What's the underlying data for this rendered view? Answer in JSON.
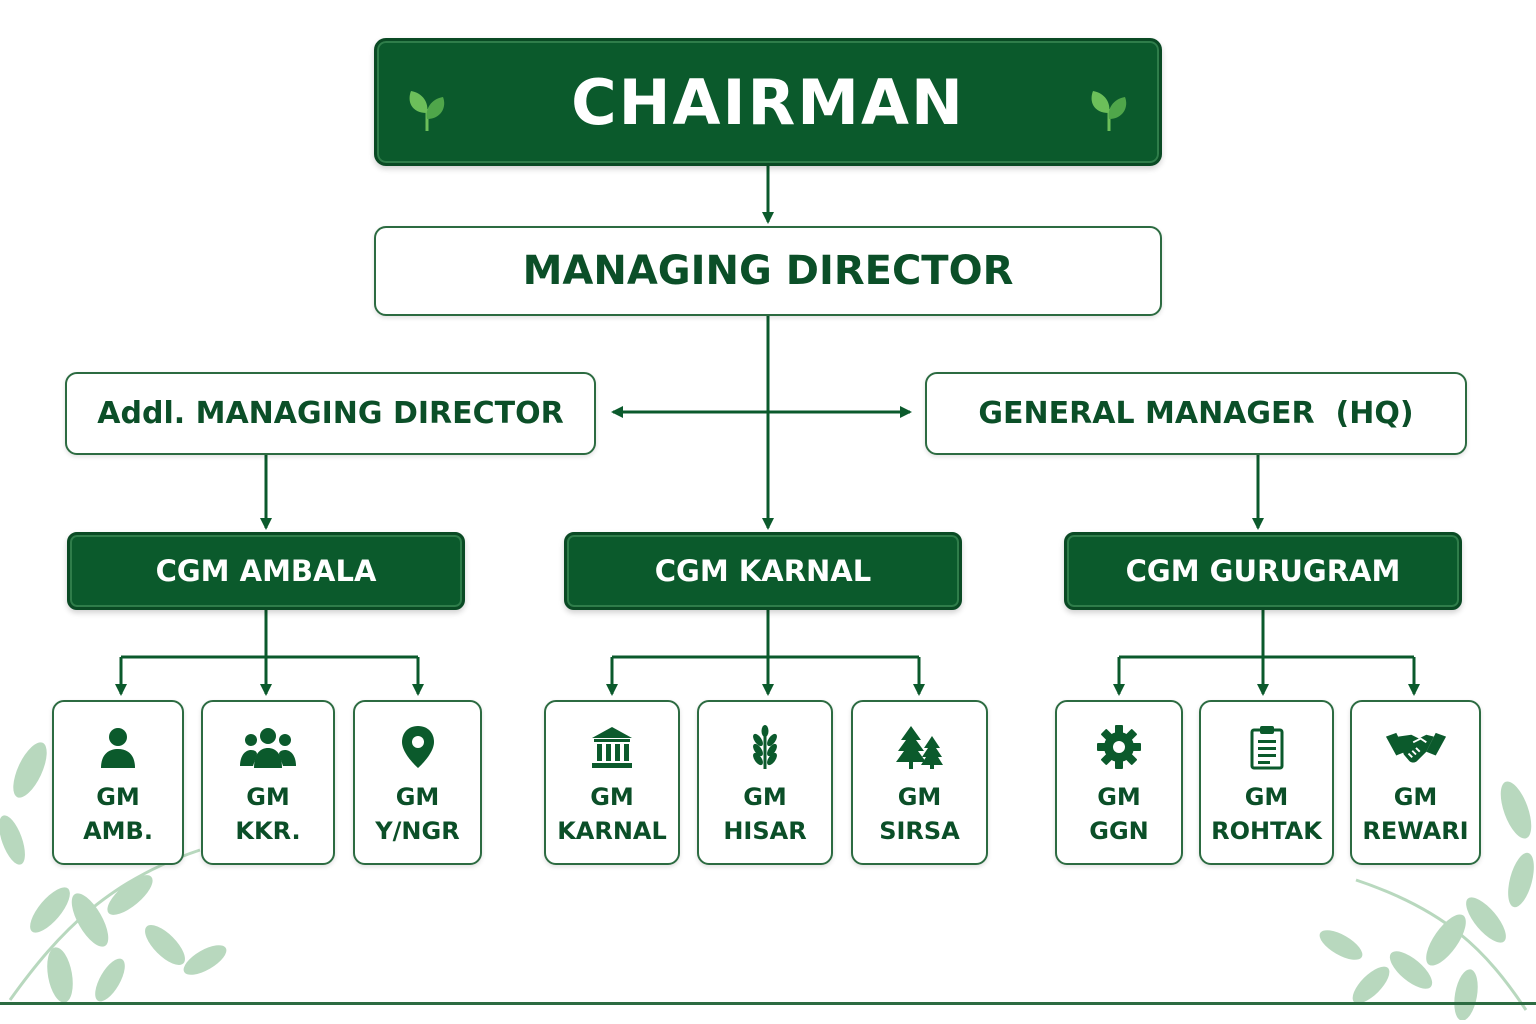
{
  "chairman": {
    "label": "CHAIRMAN"
  },
  "managing_director": {
    "label": "MANAGING DIRECTOR"
  },
  "addl_managing_director": {
    "label": "Addl. MANAGING DIRECTOR"
  },
  "general_manager_hq": {
    "label": "GENERAL MANAGER  (HQ)"
  },
  "cgm": [
    {
      "label": "CGM AMBALA"
    },
    {
      "label": "CGM KARNAL"
    },
    {
      "label": "CGM GURUGRAM"
    }
  ],
  "gm_units": [
    {
      "line1": "GM",
      "line2": "AMB.",
      "icon": "person-icon"
    },
    {
      "line1": "GM",
      "line2": "KKR.",
      "icon": "group-icon"
    },
    {
      "line1": "GM",
      "line2": "Y/NGR",
      "icon": "location-pin-icon"
    },
    {
      "line1": "GM",
      "line2": "KARNAL",
      "icon": "bank-building-icon"
    },
    {
      "line1": "GM",
      "line2": "HISAR",
      "icon": "wheat-icon"
    },
    {
      "line1": "GM",
      "line2": "SIRSA",
      "icon": "trees-icon"
    },
    {
      "line1": "GM",
      "line2": "GGN",
      "icon": "gear-icon"
    },
    {
      "line1": "GM",
      "line2": "ROHTAK",
      "icon": "clipboard-icon"
    },
    {
      "line1": "GM",
      "line2": "REWARI",
      "icon": "handshake-icon"
    }
  ],
  "colors": {
    "dark_green": "#0b5a2c",
    "border_green": "#2c6b41",
    "text_green": "#0b4f28",
    "leaf_green": "#4caf50"
  }
}
